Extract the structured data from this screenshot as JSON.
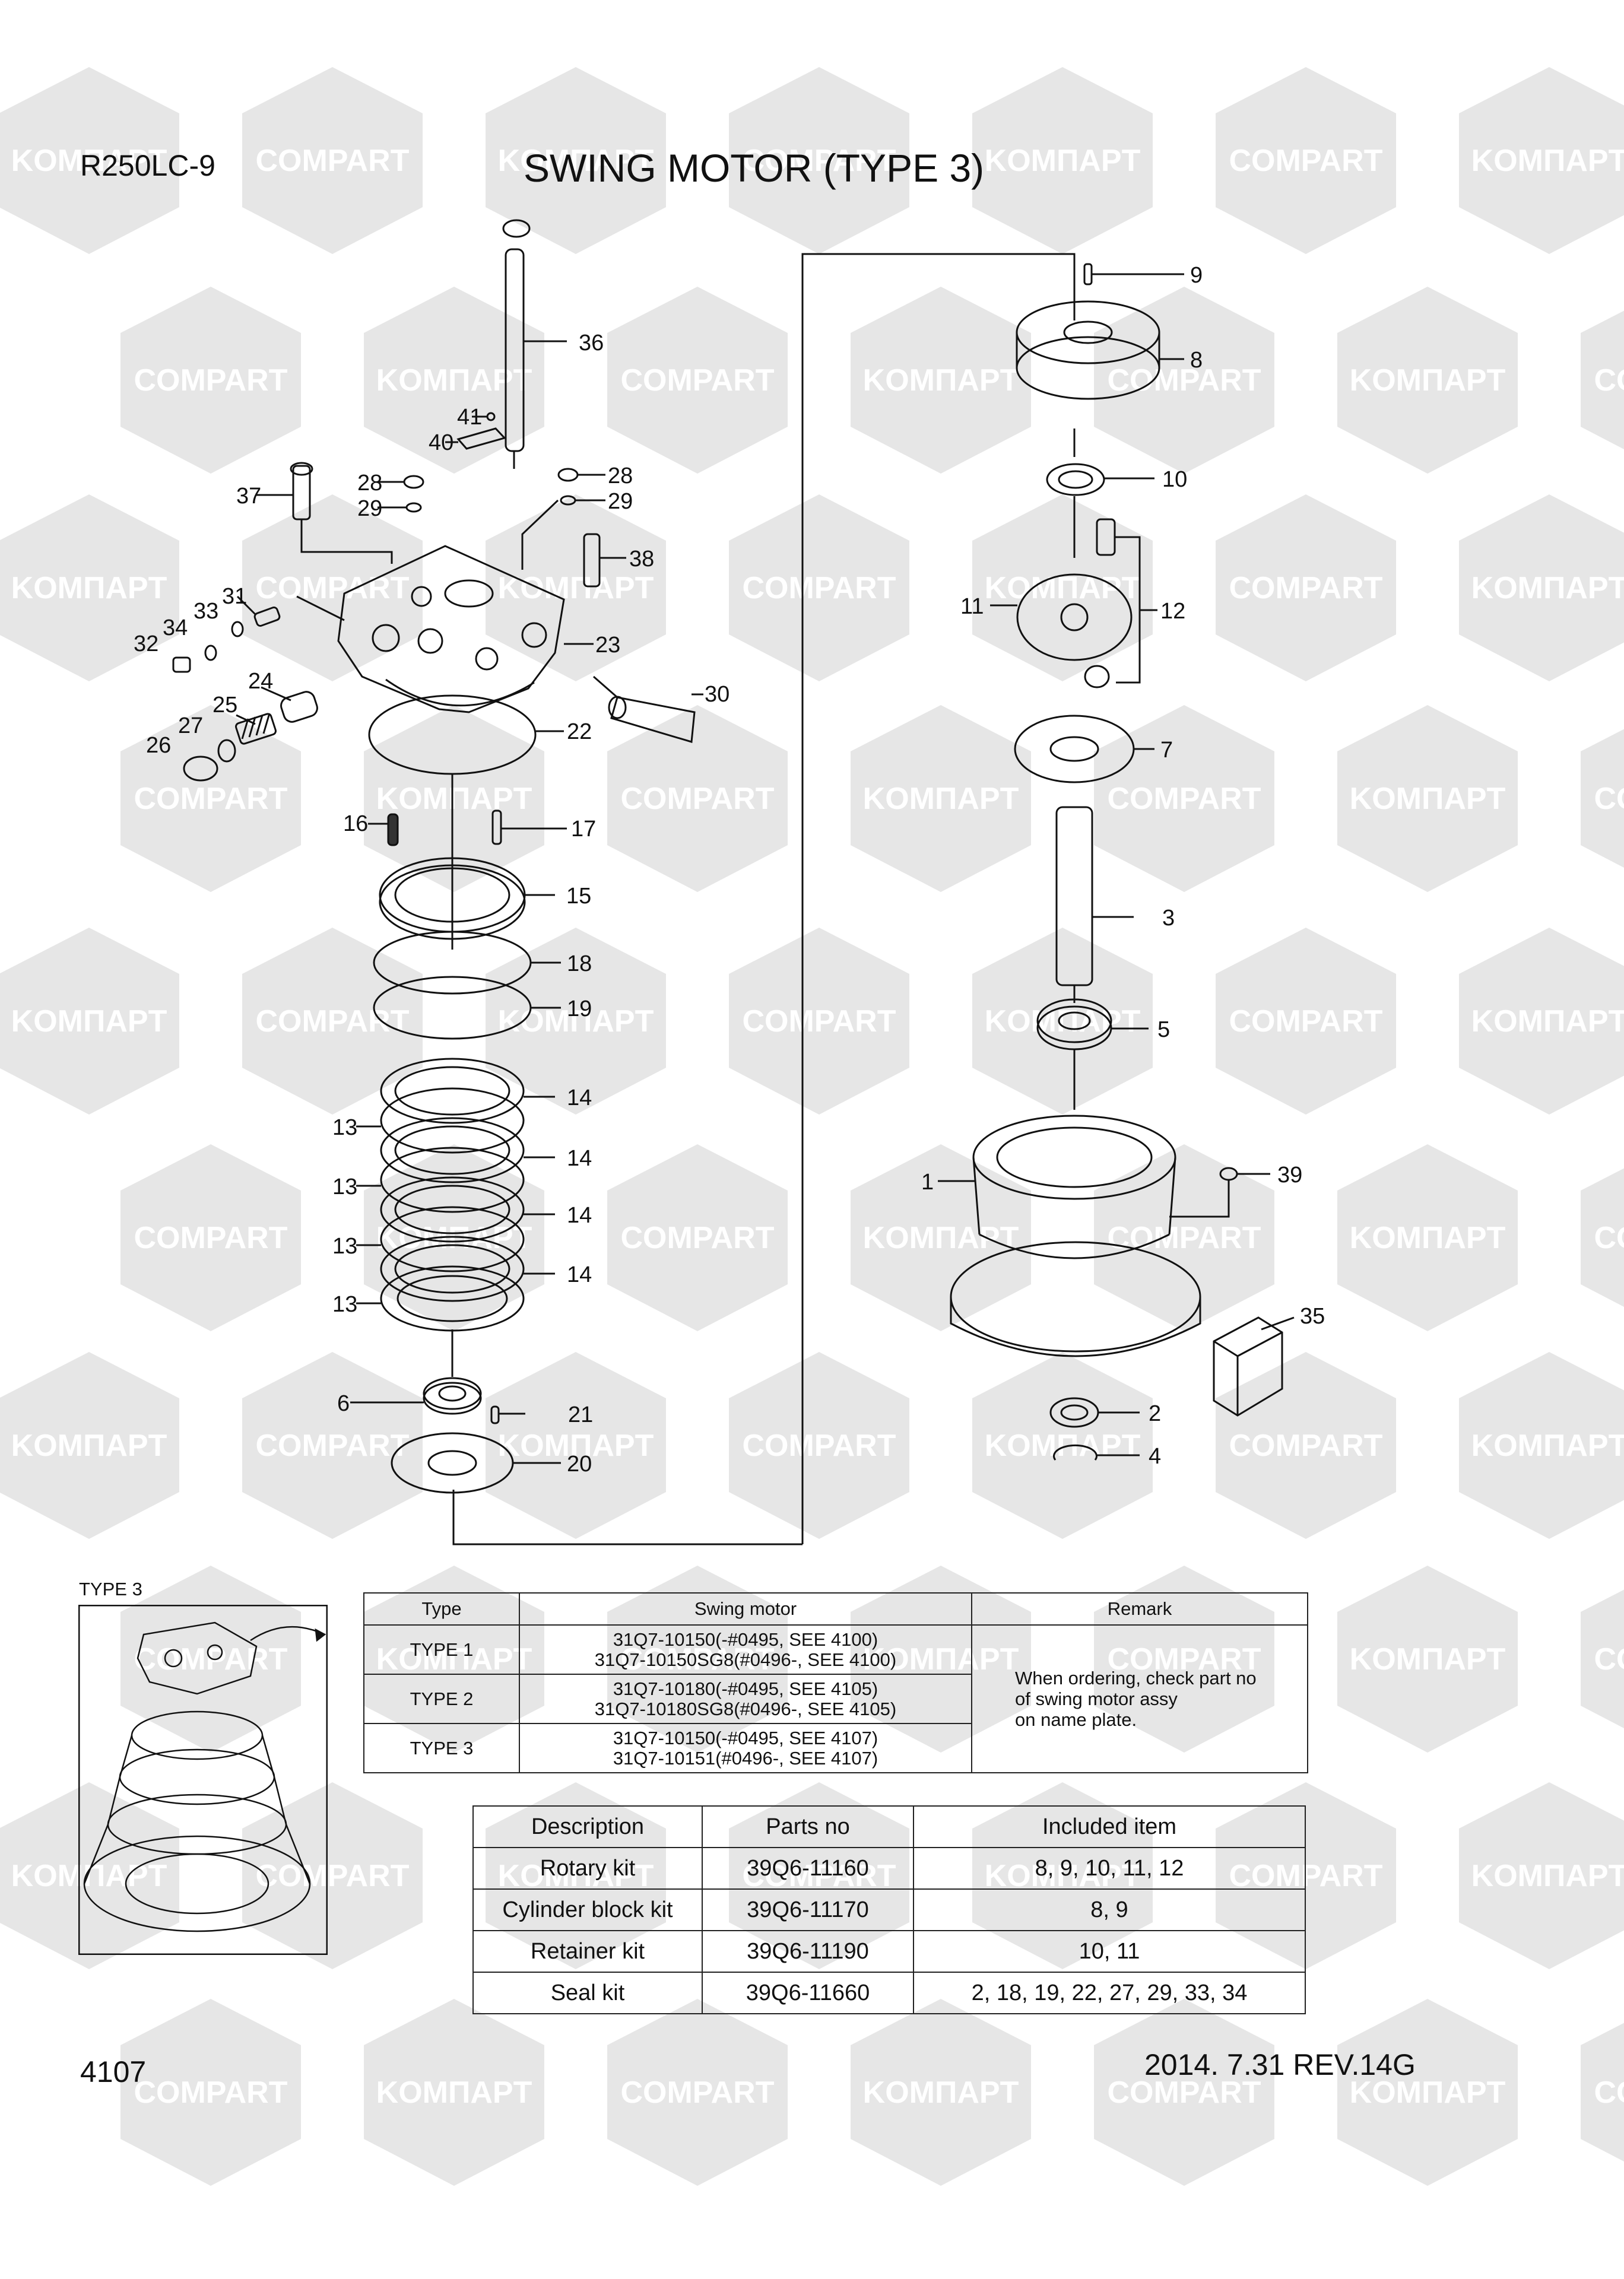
{
  "header": {
    "model": "R250LC-9",
    "title": "SWING MOTOR (TYPE 3)"
  },
  "footer": {
    "page_number": "4107",
    "date_revision": "2014. 7.31  REV.14G"
  },
  "type_inset": {
    "label": "TYPE 3"
  },
  "watermark": {
    "texts": [
      "KOMПAPT",
      "COMPART"
    ],
    "color": "#e6e6e6"
  },
  "callouts": [
    "1",
    "2",
    "3",
    "4",
    "5",
    "6",
    "7",
    "8",
    "9",
    "10",
    "11",
    "12",
    "13",
    "14",
    "15",
    "16",
    "17",
    "18",
    "19",
    "20",
    "21",
    "22",
    "23",
    "24",
    "25",
    "26",
    "27",
    "28",
    "29",
    "30",
    "31",
    "32",
    "33",
    "34",
    "35",
    "36",
    "37",
    "38",
    "39",
    "40",
    "41"
  ],
  "type_table": {
    "headers": [
      "Type",
      "Swing motor",
      "Remark"
    ],
    "rows": [
      {
        "type": "TYPE 1",
        "motor_line1": "31Q7-10150(-#0495, SEE 4100)",
        "motor_line2": "31Q7-10150SG8(#0496-, SEE 4100)"
      },
      {
        "type": "TYPE 2",
        "motor_line1": "31Q7-10180(-#0495, SEE 4105)",
        "motor_line2": "31Q7-10180SG8(#0496-, SEE 4105)"
      },
      {
        "type": "TYPE 3",
        "motor_line1": "31Q7-10150(-#0495, SEE 4107)",
        "motor_line2": "31Q7-10151(#0496-, SEE 4107)"
      }
    ],
    "remark_lines": [
      "When ordering, check part no",
      "of swing motor assy",
      "on name plate."
    ]
  },
  "kit_table": {
    "headers": [
      "Description",
      "Parts no",
      "Included item"
    ],
    "rows": [
      {
        "description": "Rotary kit",
        "parts_no": "39Q6-11160",
        "items": "8, 9, 10, 11, 12"
      },
      {
        "description": "Cylinder block kit",
        "parts_no": "39Q6-11170",
        "items": "8, 9"
      },
      {
        "description": "Retainer kit",
        "parts_no": "39Q6-11190",
        "items": "10, 11"
      },
      {
        "description": "Seal kit",
        "parts_no": "39Q6-11660",
        "items": "2, 18, 19, 22, 27, 29, 33, 34"
      }
    ]
  }
}
